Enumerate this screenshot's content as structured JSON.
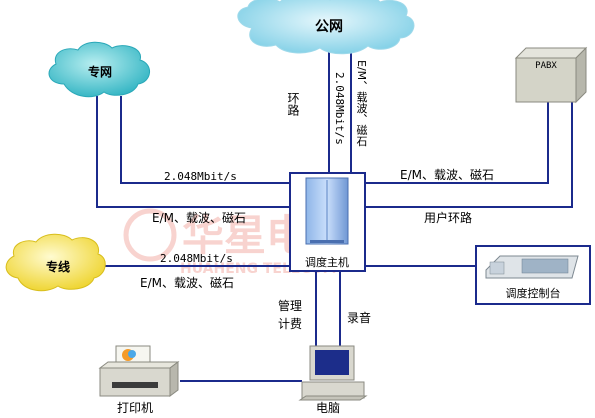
{
  "clouds": {
    "public": "公网",
    "private": "专网",
    "dedicated": "专线"
  },
  "nodes": {
    "host": "调度主机",
    "pabx": "PABX",
    "console": "调度控制台",
    "printer": "打印机",
    "computer": "电脑"
  },
  "links": {
    "loop": "环路",
    "rate_vertical": "2.048Mbit/s",
    "em_vertical": "E/M、载波、磁石",
    "rate_private": "2.048Mbit/s",
    "em_pabx": "E/M、载波、磁石",
    "em_private": "E/M、载波、磁石",
    "user_loop": "用户环路",
    "rate_dedicated": "2.048Mbit/s",
    "em_dedicated": "E/M、载波、磁石",
    "mgmt1": "管理",
    "mgmt2": "计费",
    "record": "录音"
  },
  "watermark": {
    "cn": "华星电信",
    "en": "HUAHENG TELECOM"
  },
  "colors": {
    "line": "#1b2a8c",
    "public_cloud": "#8fd8ec",
    "private_cloud": "#49c4cf",
    "dedicated_cloud": "#f2e24a"
  }
}
